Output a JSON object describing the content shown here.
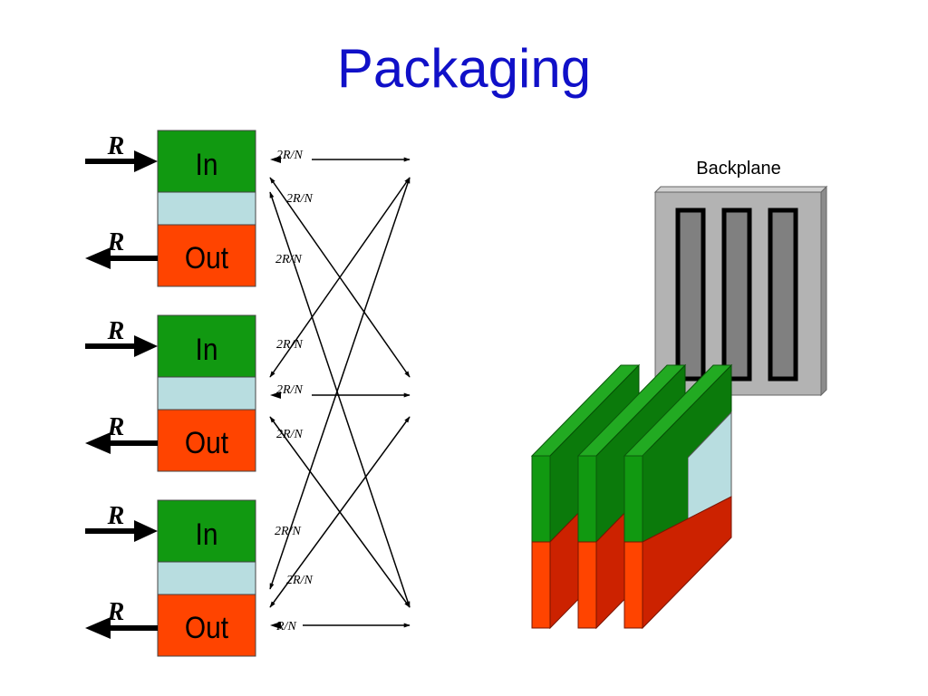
{
  "slide": {
    "title": "Packaging",
    "title_color": "#1010c8"
  },
  "colors": {
    "in_fill": "#119911",
    "out_fill": "#ff4400",
    "buffer_fill": "#b8dde0",
    "backplane_face": "#b3b3b3",
    "backplane_side": "#8c8c8c",
    "slot_fill": "#808080"
  },
  "linecards": [
    {
      "in_label": "In",
      "out_label": "Out",
      "in_rate": "R",
      "out_rate": "R"
    },
    {
      "in_label": "In",
      "out_label": "Out",
      "in_rate": "R",
      "out_rate": "R"
    },
    {
      "in_label": "In",
      "out_label": "Out",
      "in_rate": "R",
      "out_rate": "R"
    }
  ],
  "mesh_labels": [
    "2R/N",
    "2R/N",
    "2R/N",
    "2R/N",
    "2R/N",
    "2R/N",
    "2R/N",
    "2R/N",
    "R/N"
  ],
  "backplane": {
    "label": "Backplane",
    "slot_count": 3
  },
  "cards": {
    "count": 3
  }
}
